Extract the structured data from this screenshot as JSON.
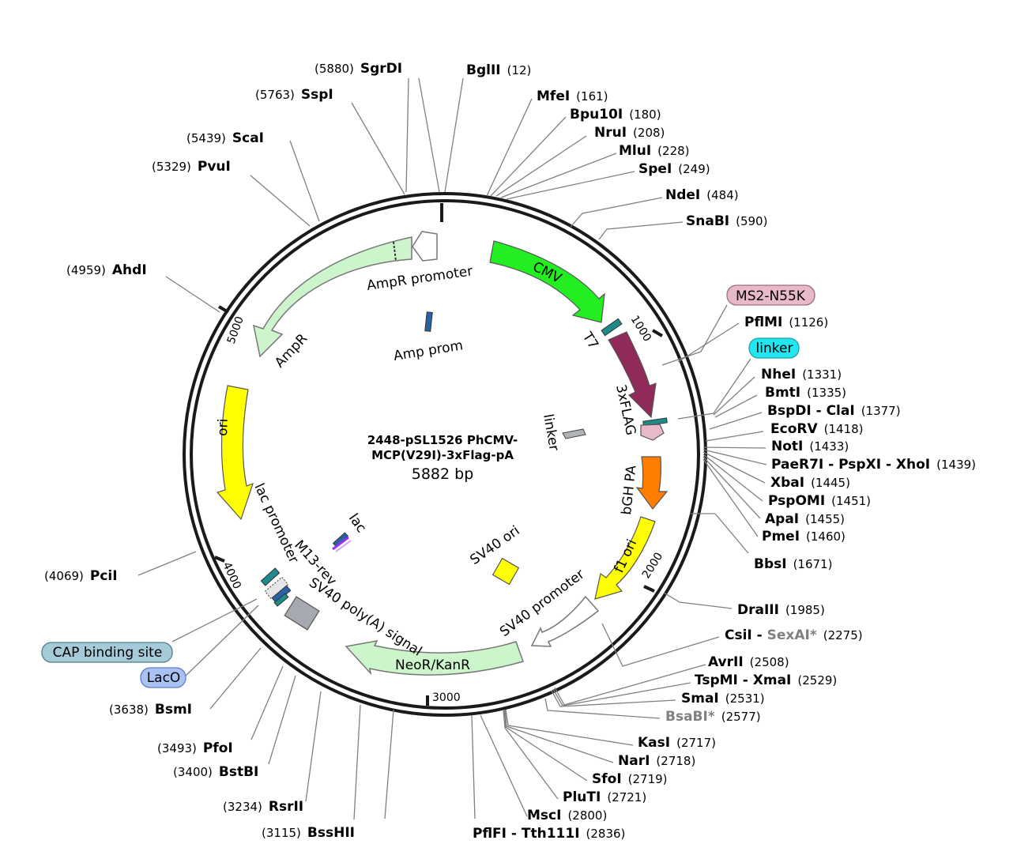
{
  "plasmid": {
    "name_line1": "2448-pSL1526 PhCMV-",
    "name_line2": "MCP(V29I)-3xFlag-pA",
    "length": "5882 bp"
  },
  "ticks": {
    "t1000": "1000",
    "t2000": "2000",
    "t3000": "3000",
    "t4000": "4000",
    "t5000": "5000"
  },
  "sites": {
    "sgrdi": {
      "name": "SgrDI",
      "pos": "(5880)"
    },
    "bglii": {
      "name": "BglII",
      "pos": "(12)"
    },
    "mfei": {
      "name": "MfeI",
      "pos": "(161)"
    },
    "bpu10i": {
      "name": "Bpu10I",
      "pos": "(180)"
    },
    "nrui": {
      "name": "NruI",
      "pos": "(208)"
    },
    "mlui": {
      "name": "MluI",
      "pos": "(228)"
    },
    "spei": {
      "name": "SpeI",
      "pos": "(249)"
    },
    "ndei": {
      "name": "NdeI",
      "pos": "(484)"
    },
    "snabi": {
      "name": "SnaBI",
      "pos": "(590)"
    },
    "pflmi": {
      "name": "PflMI",
      "pos": "(1126)"
    },
    "nhei": {
      "name": "NheI",
      "pos": "(1331)"
    },
    "bmti": {
      "name": "BmtI",
      "pos": "(1335)"
    },
    "bspdi": {
      "name": "BspDI - ClaI",
      "pos": "(1377)"
    },
    "ecorv": {
      "name": "EcoRV",
      "pos": "(1418)"
    },
    "noti": {
      "name": "NotI",
      "pos": "(1433)"
    },
    "paer7i": {
      "name": "PaeR7I - PspXI - XhoI",
      "pos": "(1439)"
    },
    "xbai": {
      "name": "XbaI",
      "pos": "(1445)"
    },
    "pspomi": {
      "name": "PspOMI",
      "pos": "(1451)"
    },
    "apai": {
      "name": "ApaI",
      "pos": "(1455)"
    },
    "pmei": {
      "name": "PmeI",
      "pos": "(1460)"
    },
    "bbsi": {
      "name": "BbsI",
      "pos": "(1671)"
    },
    "draiii": {
      "name": "DraIII",
      "pos": "(1985)"
    },
    "csii": {
      "name": "CsiI",
      "sep": " - ",
      "name2": "SexAI*",
      "pos": "(2275)"
    },
    "avrii": {
      "name": "AvrII",
      "pos": "(2508)"
    },
    "tspmi": {
      "name": "TspMI - XmaI",
      "pos": "(2529)"
    },
    "smai": {
      "name": "SmaI",
      "pos": "(2531)"
    },
    "bsabi": {
      "name": "BsaBI*",
      "pos": "(2577)"
    },
    "kasi": {
      "name": "KasI",
      "pos": "(2717)"
    },
    "nari": {
      "name": "NarI",
      "pos": "(2718)"
    },
    "sfoi": {
      "name": "SfoI",
      "pos": "(2719)"
    },
    "pluti": {
      "name": "PluTI",
      "pos": "(2721)"
    },
    "msci": {
      "name": "MscI",
      "pos": "(2800)"
    },
    "pflfi": {
      "name": "PflFI - Tth111I",
      "pos": "(2836)"
    },
    "sspi": {
      "name": "SspI",
      "pos": "(5763)"
    },
    "scai": {
      "name": "ScaI",
      "pos": "(5439)"
    },
    "pvui": {
      "name": "PvuI",
      "pos": "(5329)"
    },
    "ahdi": {
      "name": "AhdI",
      "pos": "(4959)"
    },
    "pcii": {
      "name": "PciI",
      "pos": "(4069)"
    },
    "bsmi": {
      "name": "BsmI",
      "pos": "(3638)"
    },
    "pfoi": {
      "name": "PfoI",
      "pos": "(3493)"
    },
    "bstbi": {
      "name": "BstBI",
      "pos": "(3400)"
    },
    "rsrii": {
      "name": "RsrII",
      "pos": "(3234)"
    },
    "bsshii": {
      "name": "BssHII",
      "pos": "(3115)"
    }
  },
  "pills": {
    "ms2": {
      "label": "MS2-N55K",
      "color": "#e8b9c8"
    },
    "linker": {
      "label": "linker",
      "color": "#22e6f0"
    },
    "cap": {
      "label": "CAP binding site",
      "color": "#a6cbd8"
    },
    "laco": {
      "label": "LacO",
      "color": "#a9c2f3"
    }
  },
  "features": {
    "cmv": "CMV",
    "t7": "T7",
    "flag": "3xFLAG",
    "linker_inner": "linker",
    "bgh": "bGH PA",
    "f1": "f1 ori",
    "sv40_promoter": "SV40 promoter",
    "neor": "NeoR/KanR",
    "sv40_polya": "SV40 poly(A) signal",
    "sv40_ori": "SV40 ori",
    "m13": "M13-rev",
    "lac_promoter": "lac promoter",
    "lac": "lac",
    "ori": "ori",
    "ampr": "AmpR",
    "ampr_promoter": "AmpR promoter",
    "amp_prom": "Amp prom"
  },
  "colors": {
    "cmv": "#22ee22",
    "flag": "#8f2a5b",
    "bgh": "#ff7d00",
    "f1": "#ffff00",
    "ori": "#ffff00",
    "neor": "#ccf5cc",
    "ampr": "#ccf5cc",
    "backbone": "#1a1a1a"
  }
}
